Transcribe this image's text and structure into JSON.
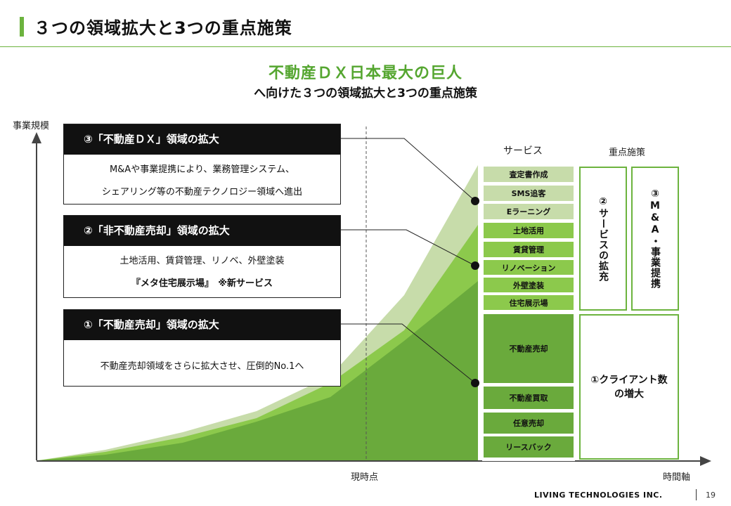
{
  "header": {
    "title": "３つの領域拡大と3つの重点施策"
  },
  "headline": {
    "main": "不動産ＤＸ日本最大の巨人",
    "sub": "へ向けた３つの領域拡大と3つの重点施策"
  },
  "axes": {
    "y_label": "事業規模",
    "x_label": "時間軸",
    "now_label": "現時点"
  },
  "boxes": [
    {
      "header": "③「不動産ＤＸ」領域の拡大",
      "lines": [
        "M&Aや事業提携により、業務管理システム、",
        "シェアリング等の不動産テクノロジー領域へ進出"
      ]
    },
    {
      "header": "②「非不動産売却」領域の拡大",
      "lines": [
        "土地活用、賃貸管理、リノベ、外壁塗装",
        "『メタ住宅展示場』　※新サービス"
      ]
    },
    {
      "header": "①「不動産売却」領域の拡大",
      "lines": [
        "不動産売却領域をさらに拡大させ、圧倒的No.1へ"
      ]
    }
  ],
  "services": {
    "heading": "サービス",
    "items": [
      "査定書作成",
      "SMS追客",
      "Eラーニング",
      "土地活用",
      "賃貸管理",
      "リノベーション",
      "外壁塗装",
      "住宅展示場",
      "不動産売却",
      "不動産買取",
      "任意売却",
      "リースバック"
    ]
  },
  "focus": {
    "heading": "重点施策",
    "service_expansion": "②サービスの拡充",
    "ma": "③M&A・事業提携",
    "clients_line1": "①クライアント数",
    "clients_line2": "の増大"
  },
  "colors": {
    "accent": "#6cb33e",
    "area_light": "#c7dcaa",
    "area_mid": "#8cc94c",
    "area_dark": "#6aaa3c"
  },
  "footer": {
    "company": "LIVING TECHNOLOGIES INC.",
    "page": "19"
  }
}
